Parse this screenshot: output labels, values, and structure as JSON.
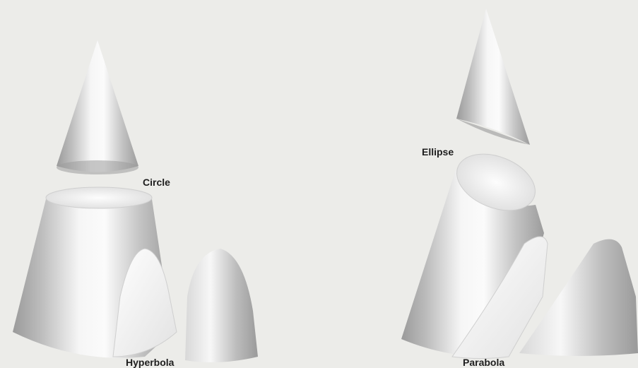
{
  "labels": {
    "circle": "Circle",
    "hyperbola": "Hyperbola",
    "ellipse": "Ellipse",
    "parabola": "Parabola"
  },
  "colors": {
    "background": "#ecece9",
    "cone_dark": "#8c8c8c",
    "cone_light": "#fafafa",
    "section_face": "#f4f4f4",
    "label_text": "#1e1e1e"
  }
}
